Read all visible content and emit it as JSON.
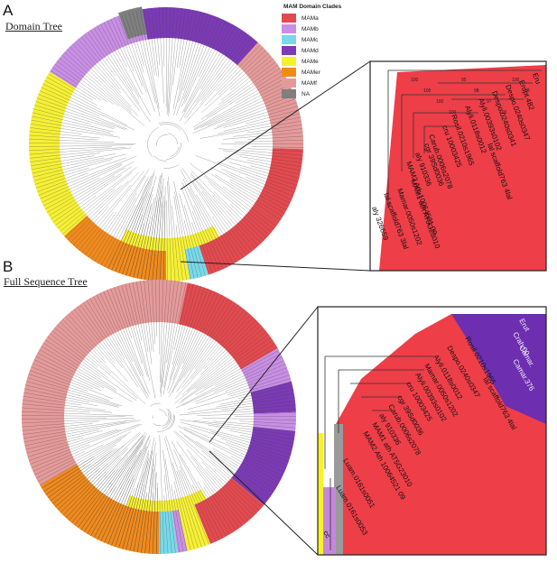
{
  "panelA": {
    "letter": "A",
    "title": "Domain Tree"
  },
  "panelB": {
    "letter": "B",
    "title": "Full Sequence Tree"
  },
  "legend": {
    "title": "MAM Domain Clades",
    "items": [
      {
        "label": "MAMa",
        "color": "#e34a4f"
      },
      {
        "label": "MAMb",
        "color": "#c98fe4"
      },
      {
        "label": "MAMc",
        "color": "#78d9ea"
      },
      {
        "label": "MAMd",
        "color": "#7c3ab6"
      },
      {
        "label": "MAMe",
        "color": "#f6f035"
      },
      {
        "label": "MAMer",
        "color": "#f08a1c"
      },
      {
        "label": "MAMf",
        "color": "#e59a9a"
      },
      {
        "label": "NA",
        "color": "#7f7f7f"
      }
    ]
  },
  "colors": {
    "mama": "#e34a4f",
    "mamb": "#c98fe4",
    "mamc": "#78d9ea",
    "mamd": "#7c3ab6",
    "mame": "#f6f035",
    "mamer": "#f08a1c",
    "mamf": "#e59a9a",
    "na": "#7f7f7f",
    "zoom_red": "#ee3e48",
    "zoom_purple": "#6d2eb0",
    "zoom_cyan": "#52d6ea",
    "zoom_yellow": "#f7f22a",
    "zoom_violet": "#c487dc",
    "zoom_gray": "#9a9a9a"
  },
  "zoomA": {
    "labels": [
      "Eru",
      "Erupt.482",
      "Despo.0240s0347",
      "Despo.0240s0341",
      "Alyli.00393s0102",
      "Alyli.0118s0012",
      "Rosil.0210s1965",
      "lal scaffold763 4lal",
      "cru 10003425",
      "Carub.0006s2078",
      "cgr 39Sd0036",
      "aly 910336",
      "MAM2 Ath 10064521 09",
      "MAM1 ath AT5G23010",
      "Mamar.0050s1202",
      "lal scaffold763 3lal",
      "aly 326659"
    ],
    "bootstrap": [
      "100",
      "100",
      "100",
      "100",
      "95",
      "98",
      "97",
      "100",
      "100",
      "98"
    ]
  },
  "zoomB": {
    "labels": [
      "Erut",
      "Crah.00",
      "Camar.",
      "Camar.376",
      "Rosil.0210s1965",
      "Despo.0240s0347",
      "Alyli.0118s0012",
      "lal scaffold763 4lal",
      "Mamar.0050s1202",
      "Alyli.00393s0102",
      "cru 10003425",
      "cgr 39Sd0036",
      "Carub.0006s2078",
      "aly 910336",
      "MAM1 ath AT5G23010",
      "MAM2 Ath 10064521 09",
      "Luam.0161s0051",
      "Luam.0161s0053",
      "cc"
    ]
  }
}
